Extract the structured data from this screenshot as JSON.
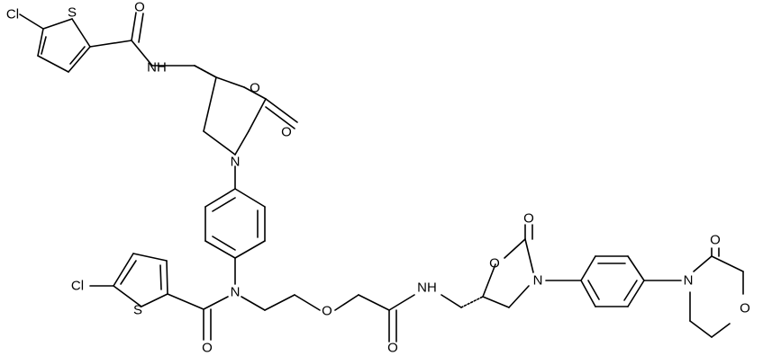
{
  "colors": {
    "bond": "#000000",
    "background": "#ffffff"
  },
  "atoms": {
    "cl_top": "Cl",
    "s_top": "S",
    "o_amide_top": "O",
    "nh_top": "NH",
    "o_ring_top": "O",
    "o_carbonyl_top": "O",
    "n_ring_top": "N",
    "n_center": "N",
    "cl_left": "Cl",
    "s_left": "S",
    "o_amide_left": "O",
    "o_ether": "O",
    "o_amide_mid": "O",
    "nh_right": "NH",
    "o_ring_right": "O",
    "o_carbonyl_right": "O",
    "n_ring_right": "N",
    "o_morph_keto": "O",
    "n_morph": "N",
    "o_morph_ring": "O"
  }
}
